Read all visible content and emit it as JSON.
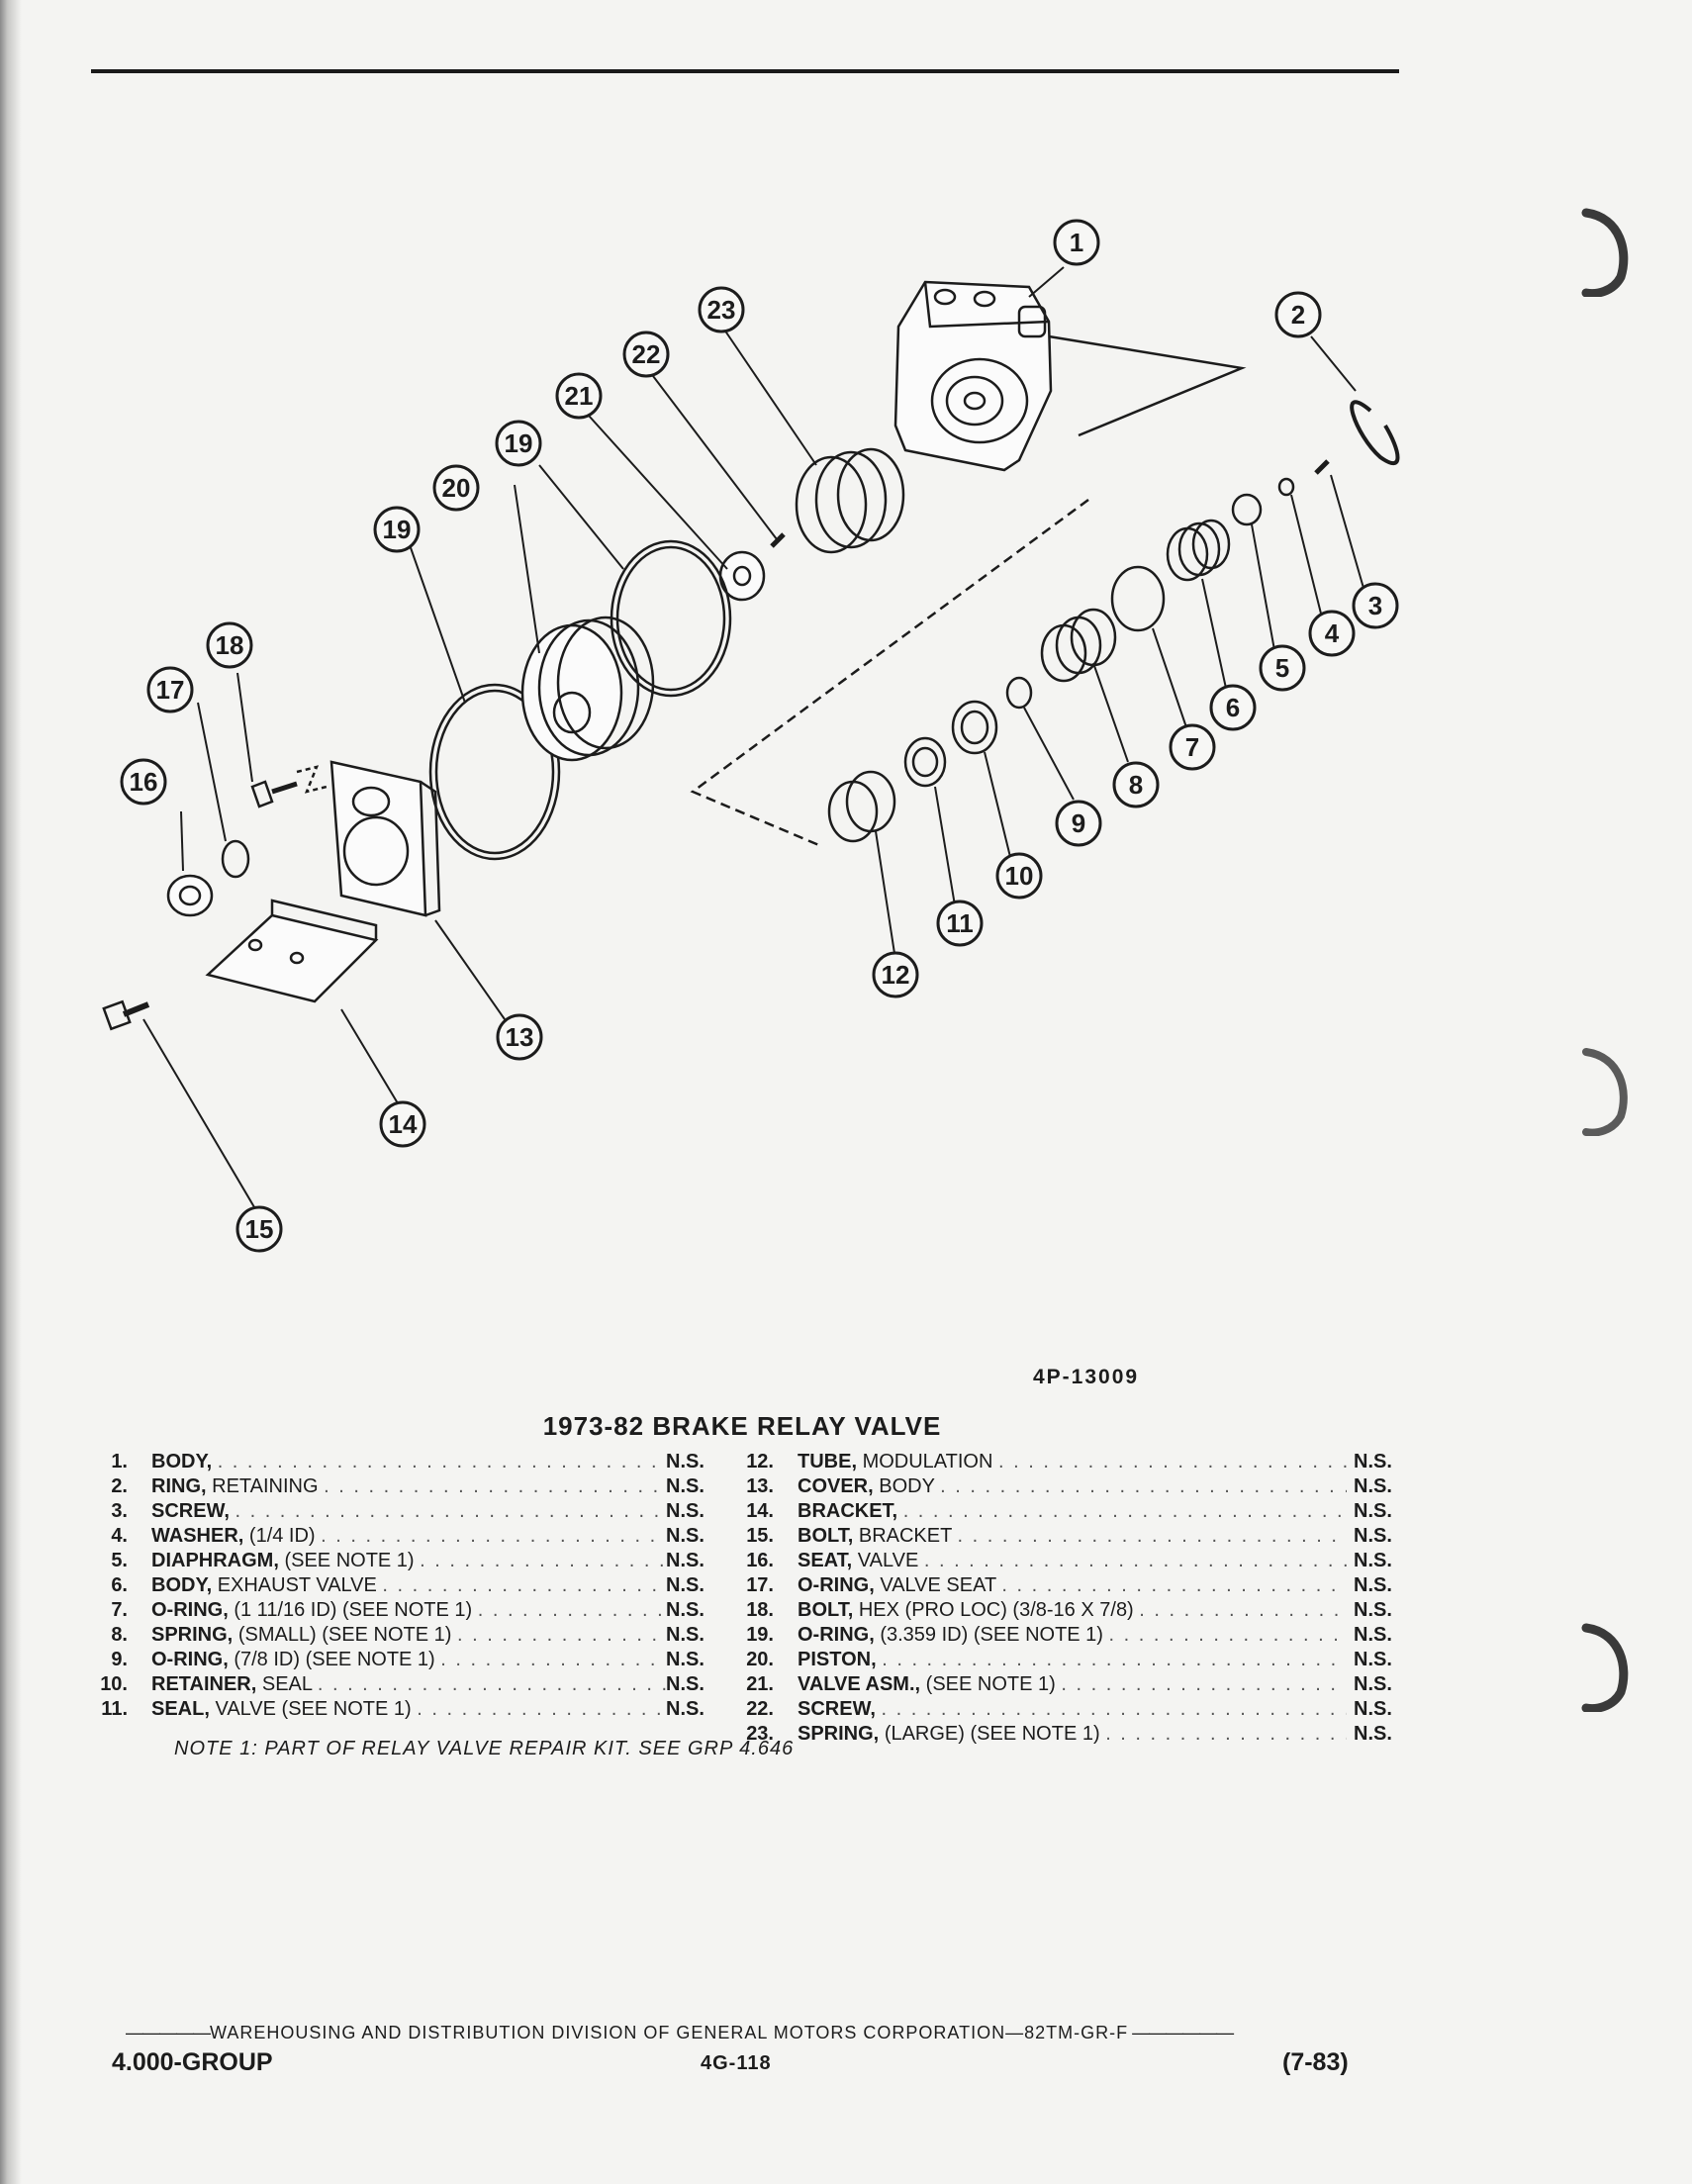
{
  "figure_number": "4P-13009",
  "callouts": [
    "1",
    "2",
    "3",
    "4",
    "5",
    "6",
    "7",
    "8",
    "9",
    "10",
    "11",
    "12",
    "13",
    "14",
    "15",
    "16",
    "17",
    "18",
    "19",
    "19",
    "20",
    "21",
    "22",
    "23"
  ],
  "table": {
    "title": "1973-82 BRAKE RELAY VALVE",
    "left": [
      {
        "num": "1.",
        "name": "BODY,",
        "detail": "",
        "ns": "N.S."
      },
      {
        "num": "2.",
        "name": "RING,",
        "detail": "RETAINING",
        "ns": "N.S."
      },
      {
        "num": "3.",
        "name": "SCREW,",
        "detail": "",
        "ns": "N.S."
      },
      {
        "num": "4.",
        "name": "WASHER,",
        "detail": "(1/4 ID)",
        "ns": "N.S."
      },
      {
        "num": "5.",
        "name": "DIAPHRAGM,",
        "detail": "(SEE NOTE 1)",
        "ns": "N.S."
      },
      {
        "num": "6.",
        "name": "BODY,",
        "detail": "EXHAUST VALVE",
        "ns": "N.S."
      },
      {
        "num": "7.",
        "name": "O-RING,",
        "detail": "(1 11/16 ID) (SEE NOTE 1)",
        "ns": "N.S."
      },
      {
        "num": "8.",
        "name": "SPRING,",
        "detail": "(SMALL) (SEE NOTE 1)",
        "ns": "N.S."
      },
      {
        "num": "9.",
        "name": "O-RING,",
        "detail": "(7/8 ID) (SEE NOTE 1)",
        "ns": "N.S."
      },
      {
        "num": "10.",
        "name": "RETAINER,",
        "detail": "SEAL",
        "ns": "N.S."
      },
      {
        "num": "11.",
        "name": "SEAL,",
        "detail": "VALVE (SEE NOTE 1)",
        "ns": "N.S."
      }
    ],
    "right": [
      {
        "num": "12.",
        "name": "TUBE,",
        "detail": "MODULATION",
        "ns": "N.S."
      },
      {
        "num": "13.",
        "name": "COVER,",
        "detail": "BODY",
        "ns": "N.S."
      },
      {
        "num": "14.",
        "name": "BRACKET,",
        "detail": "",
        "ns": "N.S."
      },
      {
        "num": "15.",
        "name": "BOLT,",
        "detail": "BRACKET",
        "ns": "N.S."
      },
      {
        "num": "16.",
        "name": "SEAT,",
        "detail": "VALVE",
        "ns": "N.S."
      },
      {
        "num": "17.",
        "name": "O-RING,",
        "detail": "VALVE SEAT",
        "ns": "N.S."
      },
      {
        "num": "18.",
        "name": "BOLT,",
        "detail": "HEX (PRO LOC) (3/8-16 X 7/8)",
        "ns": "N.S."
      },
      {
        "num": "19.",
        "name": "O-RING,",
        "detail": "(3.359 ID) (SEE NOTE 1)",
        "ns": "N.S."
      },
      {
        "num": "20.",
        "name": "PISTON,",
        "detail": "",
        "ns": "N.S."
      },
      {
        "num": "21.",
        "name": "VALVE ASM.,",
        "detail": "(SEE NOTE 1)",
        "ns": "N.S."
      },
      {
        "num": "22.",
        "name": "SCREW,",
        "detail": "",
        "ns": "N.S."
      },
      {
        "num": "23.",
        "name": "SPRING,",
        "detail": "(LARGE) (SEE NOTE 1)",
        "ns": "N.S."
      }
    ]
  },
  "note": "NOTE 1: PART OF RELAY VALVE REPAIR KIT. SEE GRP 4.646",
  "footer": {
    "division_line": "WAREHOUSING AND DISTRIBUTION DIVISION OF GENERAL MOTORS CORPORATION—82TM-GR-F",
    "group": "4.000-GROUP",
    "page": "4G-118",
    "date": "(7-83)"
  }
}
